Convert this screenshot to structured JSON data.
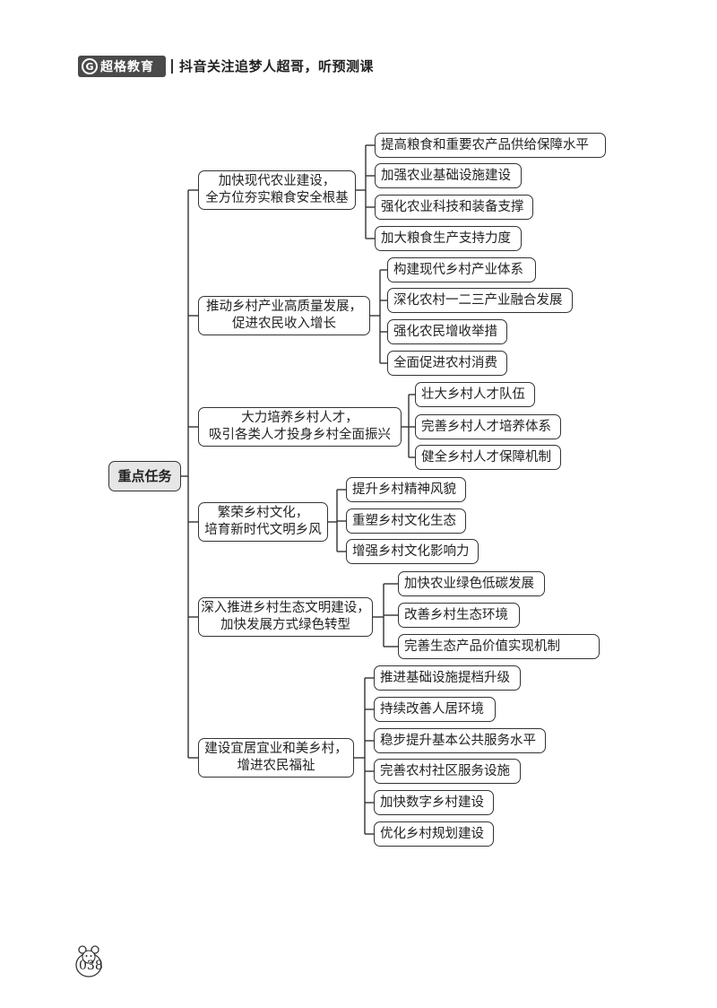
{
  "header": {
    "brand_logo": "G",
    "brand_name": "超格教育",
    "tagline": "抖音关注追梦人超哥，听预测课"
  },
  "root": {
    "label": "重点任务"
  },
  "branches": [
    {
      "line1": "加快现代农业建设，",
      "line2": "全方位夯实粮食安全根基",
      "items": [
        "提高粮食和重要农产品供给保障水平",
        "加强农业基础设施建设",
        "强化农业科技和装备支撑",
        "加大粮食生产支持力度"
      ]
    },
    {
      "line1": "推动乡村产业高质量发展，",
      "line2": "促进农民收入增长",
      "items": [
        "构建现代乡村产业体系",
        "深化农村一二三产业融合发展",
        "强化农民增收举措",
        "全面促进农村消费"
      ]
    },
    {
      "line1": "大力培养乡村人才，",
      "line2": "吸引各类人才投身乡村全面振兴",
      "items": [
        "壮大乡村人才队伍",
        "完善乡村人才培养体系",
        "健全乡村人才保障机制"
      ]
    },
    {
      "line1": "繁荣乡村文化，",
      "line2": "培育新时代文明乡风",
      "items": [
        "提升乡村精神风貌",
        "重塑乡村文化生态",
        "增强乡村文化影响力"
      ]
    },
    {
      "line1": "深入推进乡村生态文明建设，",
      "line2": "加快发展方式绿色转型",
      "items": [
        "加快农业绿色低碳发展",
        "改善乡村生态环境",
        "完善生态产品价值实现机制"
      ]
    },
    {
      "line1": "建设宜居宜业和美乡村，",
      "line2": "增进农民福祉",
      "items": [
        "推进基础设施提档升级",
        "持续改善人居环境",
        "稳步提升基本公共服务水平",
        "完善农村社区服务设施",
        "加快数字乡村建设",
        "优化乡村规划建设"
      ]
    }
  ],
  "page_number": "038"
}
